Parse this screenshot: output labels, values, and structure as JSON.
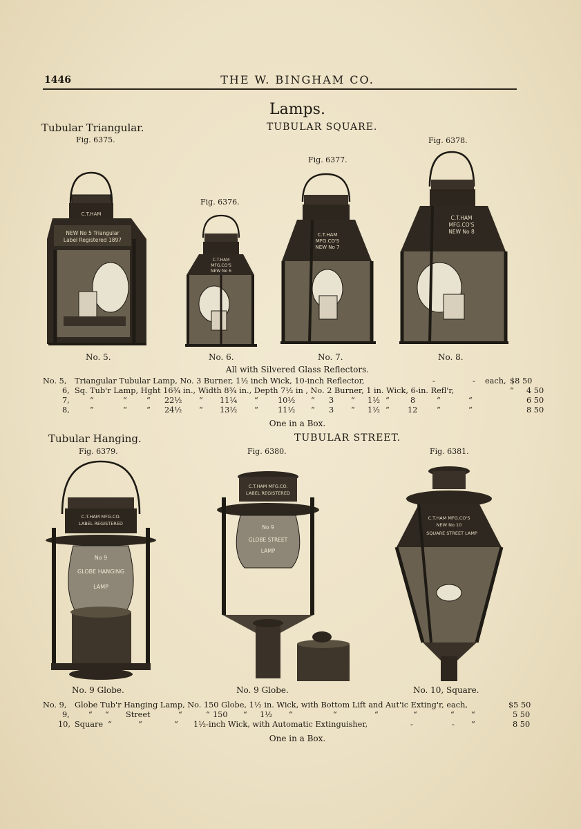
{
  "header": {
    "page_number": "1446",
    "company": "THE W. BINGHAM CO."
  },
  "title": "Lamps.",
  "section1": {
    "left_heading": "Tubular Triangular.",
    "heading": "TUBULAR SQUARE.",
    "figures": [
      {
        "fig": "Fig. 6375.",
        "caption": "No. 5.",
        "lamp_label": [
          "NEW No 5 Triangular",
          "Label Registered 1897"
        ]
      },
      {
        "fig": "Fig. 6376.",
        "caption": "No. 6.",
        "lamp_label": [
          "C.T.HAM",
          "MFG.CO'S",
          "NEW No 6"
        ]
      },
      {
        "fig": "Fig. 6377.",
        "caption": "No. 7.",
        "lamp_label": [
          "C.T.HAM",
          "MFG.CO'S",
          "NEW No 7"
        ]
      },
      {
        "fig": "Fig. 6378.",
        "caption": "No. 8.",
        "lamp_label": [
          "C.T.HAM",
          "MFG.CO'S",
          "NEW No 8"
        ]
      }
    ],
    "note": "All with Silvered Glass Reflectors.",
    "rows": [
      {
        "no": "No. 5,",
        "desc": "Triangular Tubular Lamp, No. 3 Burner, 1½ inch Wick, 10-inch Reflector,",
        "dash1": "-",
        "dash2": "-",
        "unit": "each,",
        "price": "$8 50"
      },
      {
        "no": "6,",
        "desc": "Sq. Tub'r Lamp, Hght 16¾ in., Width 8¾ in., Depth 7½ in , No. 2 Burner, 1 in. Wick, 6-in. Refl'r,",
        "ditto": "“",
        "price": "4 50"
      },
      {
        "no": "7,",
        "cols": [
          "“",
          "“",
          "“",
          "22½",
          "“",
          "11¼",
          "“",
          "10½",
          "“",
          "3",
          "“",
          "1½",
          "“",
          "8",
          "“"
        ],
        "ditto": "“",
        "price": "6 50"
      },
      {
        "no": "8,",
        "cols": [
          "“",
          "“",
          "“",
          "24½",
          "“",
          "13½",
          "“",
          "11½",
          "“",
          "3",
          "“",
          "1½",
          "“",
          "12",
          "“"
        ],
        "ditto": "“",
        "price": "8 50"
      }
    ],
    "footer": "One in a Box."
  },
  "section2": {
    "left_heading": "Tubular Hanging.",
    "heading": "TUBULAR STREET.",
    "figures": [
      {
        "fig": "Fig. 6379.",
        "caption": "No. 9 Globe.",
        "lamp_label": [
          "C.T.HAM MFG.CO.",
          "LABEL REGISTERED",
          "No 9",
          "GLOBE HANGING",
          "LAMP"
        ]
      },
      {
        "fig": "Fig. 6380.",
        "caption": "No. 9 Globe.",
        "lamp_label": [
          "C.T.HAM MFG.CO.",
          "LABEL REGISTERED",
          "No 9",
          "GLOBE STREET",
          "LAMP"
        ]
      },
      {
        "fig": "Fig. 6381.",
        "caption": "No. 10, Square.",
        "lamp_label": [
          "C.T.HAM MFG.CO'S",
          "NEW No 10",
          "SQUARE STREET LAMP"
        ]
      }
    ],
    "rows": [
      {
        "no": "No. 9,",
        "desc": "Globe Tub'r Hanging Lamp, No. 150 Globe, 1½ in. Wick, with Bottom Lift and Aut'ic Exting'r, each,",
        "price": "$5 50"
      },
      {
        "no": "9,",
        "cols": [
          "“",
          "“",
          "Street",
          "“",
          "“",
          "150",
          "“",
          "1½",
          "“",
          "“",
          "“",
          "“",
          "“",
          "“"
        ],
        "price": "5 50"
      },
      {
        "no": "10,",
        "desc_a": "Square",
        "cols": [
          "“",
          "“",
          "“"
        ],
        "desc_b": "1½-inch Wick, with Automatic Extinguisher,",
        "dash1": "-",
        "dash2": "-",
        "ditto": "“",
        "price": "8 50"
      }
    ],
    "footer": "One in a Box."
  }
}
